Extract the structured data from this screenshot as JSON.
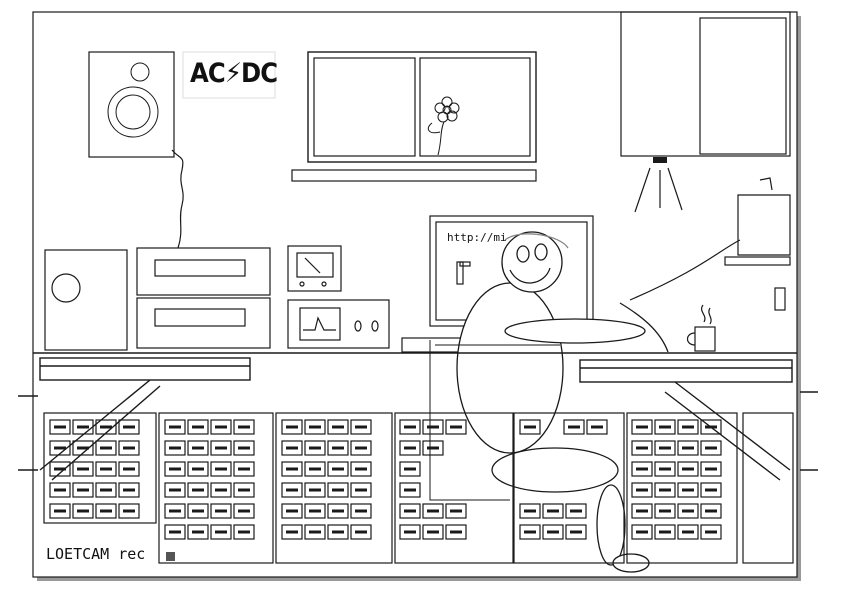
{
  "poster": {
    "text": "AC⚡DC"
  },
  "monitor": {
    "url_text": "http://mi"
  },
  "camera_overlay": {
    "label": "LOETCAM rec",
    "rec_indicator_color": "#555555"
  },
  "colors": {
    "line": "#1a1a1a",
    "background": "#ffffff",
    "shadow": "#888888"
  }
}
